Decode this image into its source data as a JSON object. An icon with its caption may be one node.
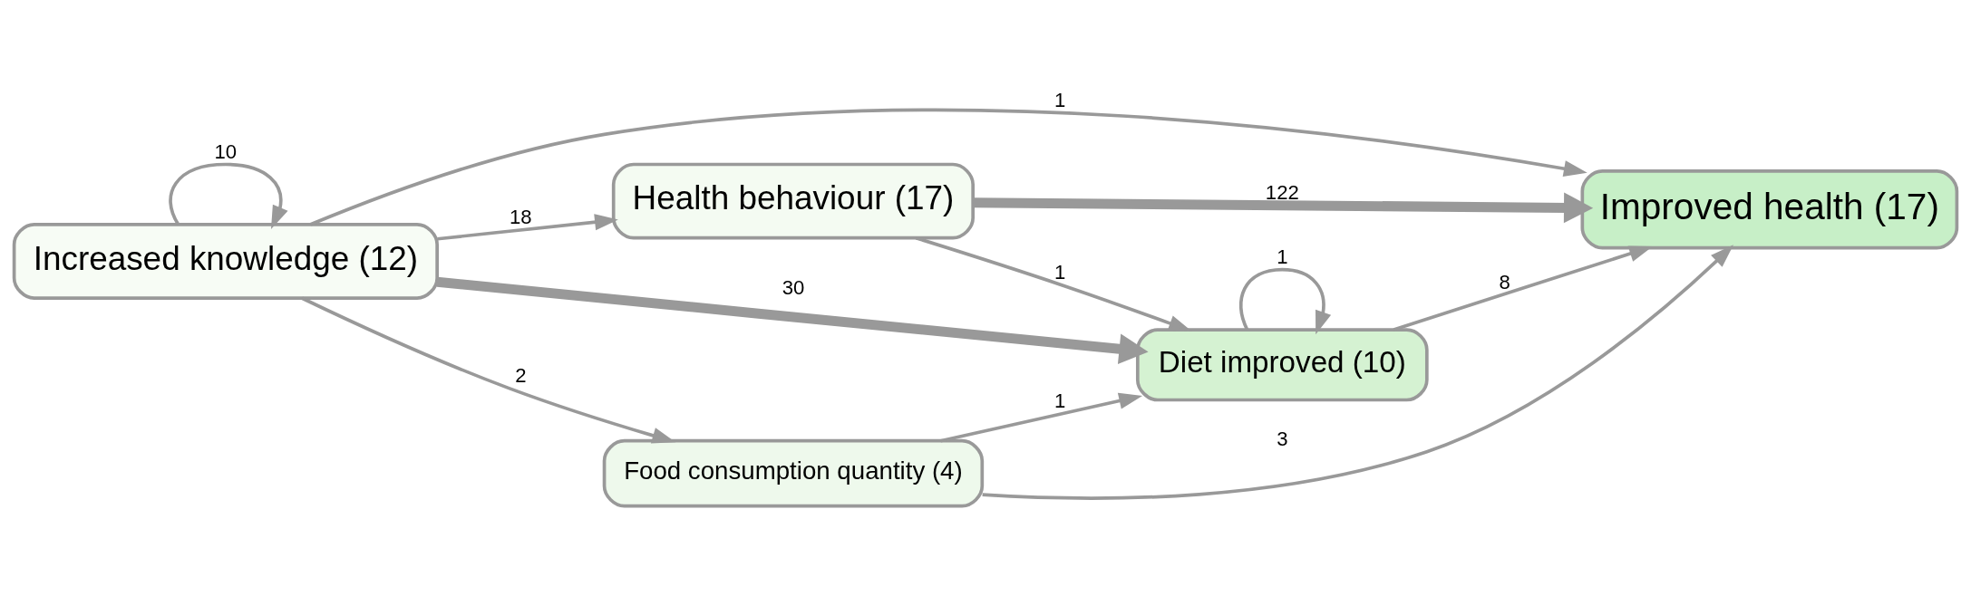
{
  "diagram": {
    "nodes": [
      {
        "text": [
          "Increased knowledge (12)"
        ]
      },
      {
        "text": [
          "Health behaviour (17)"
        ]
      },
      {
        "text": [
          "Improved health (17)"
        ]
      },
      {
        "text": [
          "Diet improved (10)"
        ]
      },
      {
        "text": [
          "Food consumption quantity (4)"
        ]
      }
    ],
    "edges": [
      {
        "from": 0,
        "to": 0,
        "arrow": "to",
        "label": "10"
      },
      {
        "from": 0,
        "to": 2,
        "arrow": "to",
        "label": "1"
      },
      {
        "from": 0,
        "to": 1,
        "arrow": "to",
        "label": "18"
      },
      {
        "from": 1,
        "to": 2,
        "arrow": "to",
        "label": "122",
        "style": "thick"
      },
      {
        "from": 1,
        "to": 3,
        "arrow": "to",
        "label": "1"
      },
      {
        "from": 0,
        "to": 3,
        "arrow": "to",
        "label": "30",
        "style": "thick"
      },
      {
        "from": 3,
        "to": 3,
        "arrow": "to",
        "label": "1"
      },
      {
        "from": 3,
        "to": 2,
        "arrow": "to",
        "label": "8"
      },
      {
        "from": 0,
        "to": 4,
        "arrow": "to",
        "label": "2"
      },
      {
        "from": 4,
        "to": 3,
        "arrow": "to",
        "label": "1"
      },
      {
        "from": 4,
        "to": 2,
        "arrow": "to",
        "label": "3"
      }
    ]
  }
}
